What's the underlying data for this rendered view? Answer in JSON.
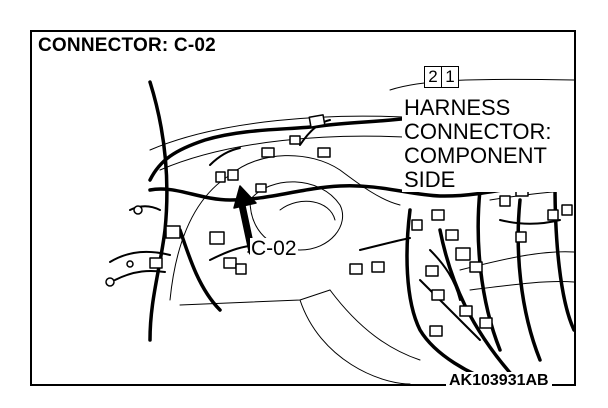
{
  "title": "CONNECTOR: C-02",
  "callout": {
    "pins": [
      "2",
      "1"
    ],
    "lines": [
      "HARNESS",
      "CONNECTOR:",
      "COMPONENT",
      "SIDE"
    ]
  },
  "connector_label": "C-02",
  "figure_id": "AK103931AB"
}
